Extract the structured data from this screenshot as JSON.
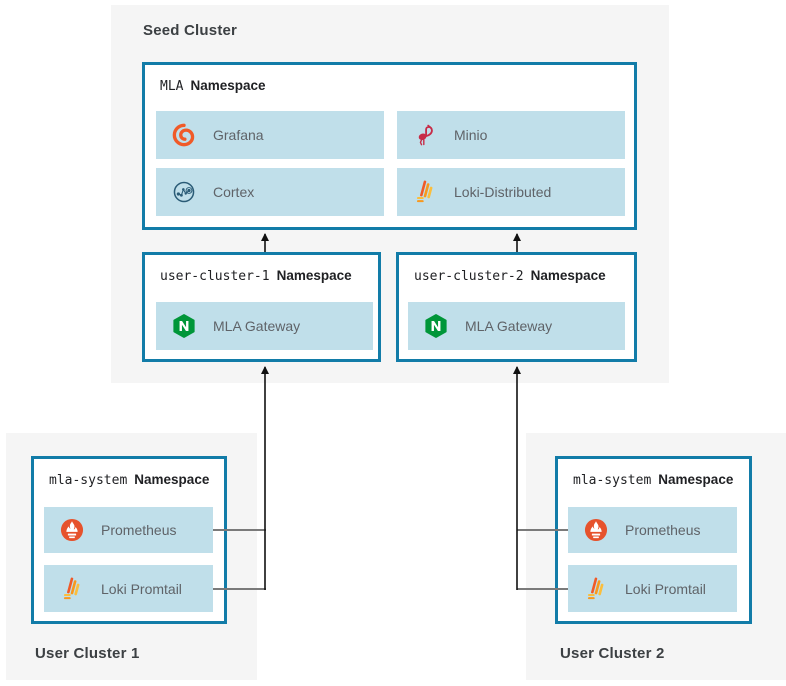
{
  "palette": {
    "box_border_blue": "#127ca8",
    "service_row_blue": "#c0dfea",
    "cluster_bg_gray": "#f5f5f5",
    "connector_gray": "#7a7a7a",
    "arrow_black": "#111111"
  },
  "seed_cluster": {
    "title": "Seed Cluster",
    "mla_namespace": {
      "name": "MLA",
      "type_label": "Namespace",
      "services": [
        {
          "label": "Grafana",
          "icon": "grafana-icon"
        },
        {
          "label": "Minio",
          "icon": "minio-icon"
        },
        {
          "label": "Cortex",
          "icon": "cortex-icon"
        },
        {
          "label": "Loki-Distributed",
          "icon": "loki-icon"
        }
      ]
    },
    "gateway_namespaces": [
      {
        "name": "user-cluster-1",
        "type_label": "Namespace",
        "service": {
          "label": "MLA Gateway",
          "icon": "nginx-icon"
        }
      },
      {
        "name": "user-cluster-2",
        "type_label": "Namespace",
        "service": {
          "label": "MLA Gateway",
          "icon": "nginx-icon"
        }
      }
    ]
  },
  "user_clusters": [
    {
      "title": "User Cluster 1",
      "namespace": {
        "name": "mla-system",
        "type_label": "Namespace",
        "services": [
          {
            "label": "Prometheus",
            "icon": "prometheus-icon"
          },
          {
            "label": "Loki Promtail",
            "icon": "loki-icon"
          }
        ]
      }
    },
    {
      "title": "User Cluster 2",
      "namespace": {
        "name": "mla-system",
        "type_label": "Namespace",
        "services": [
          {
            "label": "Prometheus",
            "icon": "prometheus-icon"
          },
          {
            "label": "Loki Promtail",
            "icon": "loki-icon"
          }
        ]
      }
    }
  ]
}
